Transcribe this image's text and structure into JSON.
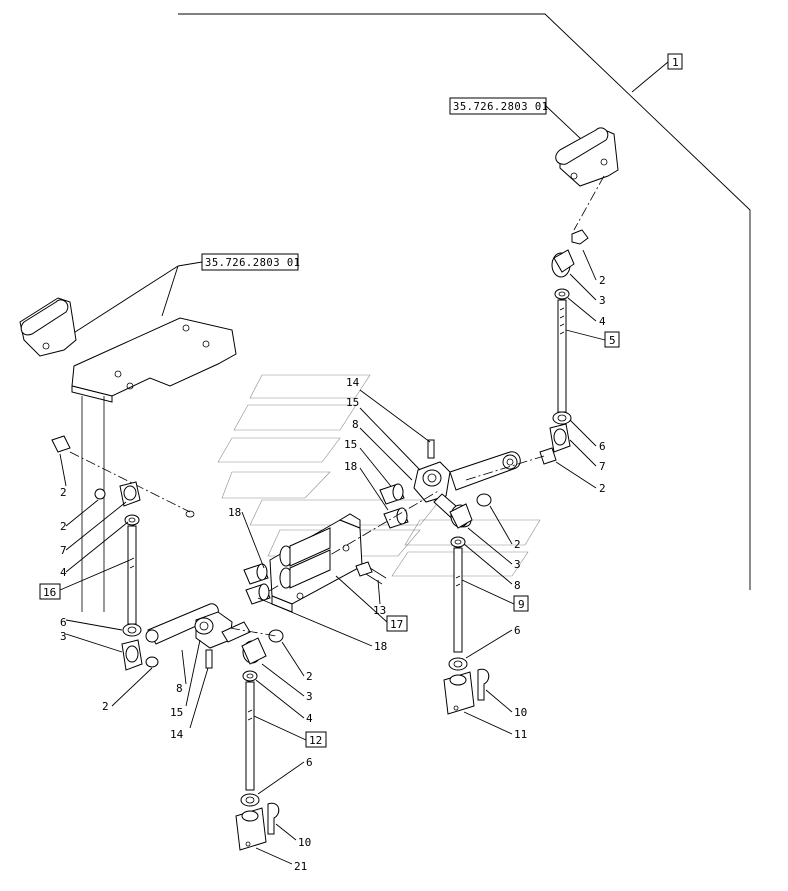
{
  "reference_labels": {
    "top_right": "35.726.2803 01",
    "left": "35.726.2803 01"
  },
  "boxed_callouts": {
    "b1": "1",
    "b5": "5",
    "b16": "16",
    "b17": "17",
    "b9": "9",
    "b12": "12"
  },
  "callouts": {
    "c2_top": "2",
    "c3_top": "3",
    "c4_top": "4",
    "c6_mid": "6",
    "c7_mid": "7",
    "c2_mid": "2",
    "c14_top": "14",
    "c15_top": "15",
    "c8_top": "8",
    "c16_top": "15",
    "c18_top": "18",
    "c18_left": "18",
    "c2_right": "2",
    "c3_right": "3",
    "c8_right": "8",
    "c6_right": "6",
    "c10_right": "10",
    "c11_right": "11",
    "c13": "13",
    "c18_bottom": "18",
    "c2_left_top": "2",
    "c2_left": "2",
    "c7_left": "7",
    "c4_left": "4",
    "c6_left": "6",
    "c3_left": "3",
    "c2_left_bot": "2",
    "c8_lower": "8",
    "c15_lower": "15",
    "c14_lower": "14",
    "c2_center": "2",
    "c3_center": "3",
    "c4_center": "4",
    "c6_bottom": "6",
    "c10_bottom": "10",
    "c21_bottom": "21"
  },
  "colors": {
    "ink": "#000000",
    "paper": "#ffffff"
  }
}
